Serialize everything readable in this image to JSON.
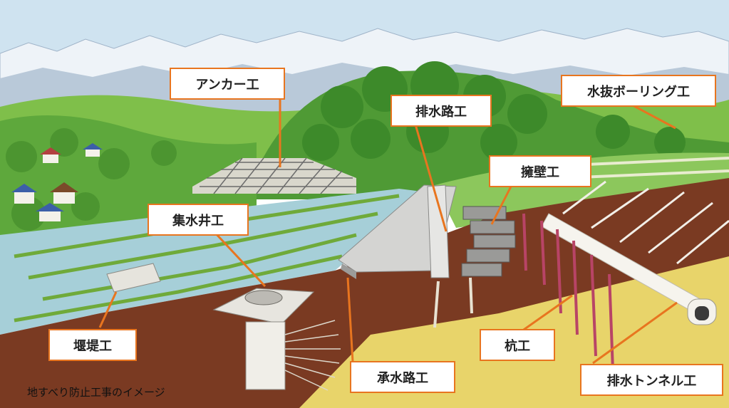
{
  "labels": {
    "anchor": "アンカー工",
    "drainage_channel": "排水路工",
    "horizontal_boring": "水抜ボーリング工",
    "retaining_wall": "擁壁工",
    "catchment_well": "集水井工",
    "check_dam": "堰堤工",
    "piles": "杭工",
    "receiving_channel": "承水路工",
    "drainage_tunnel": "排水トンネル工"
  },
  "caption": "地すべり防止工事のイメージ",
  "colors": {
    "label_border": "#e8751f",
    "leader_line": "#e8751f",
    "sky": "#bcd8ea",
    "forest": "#4f9a35",
    "soil": "#7a3a22",
    "sand": "#e8d46a"
  }
}
